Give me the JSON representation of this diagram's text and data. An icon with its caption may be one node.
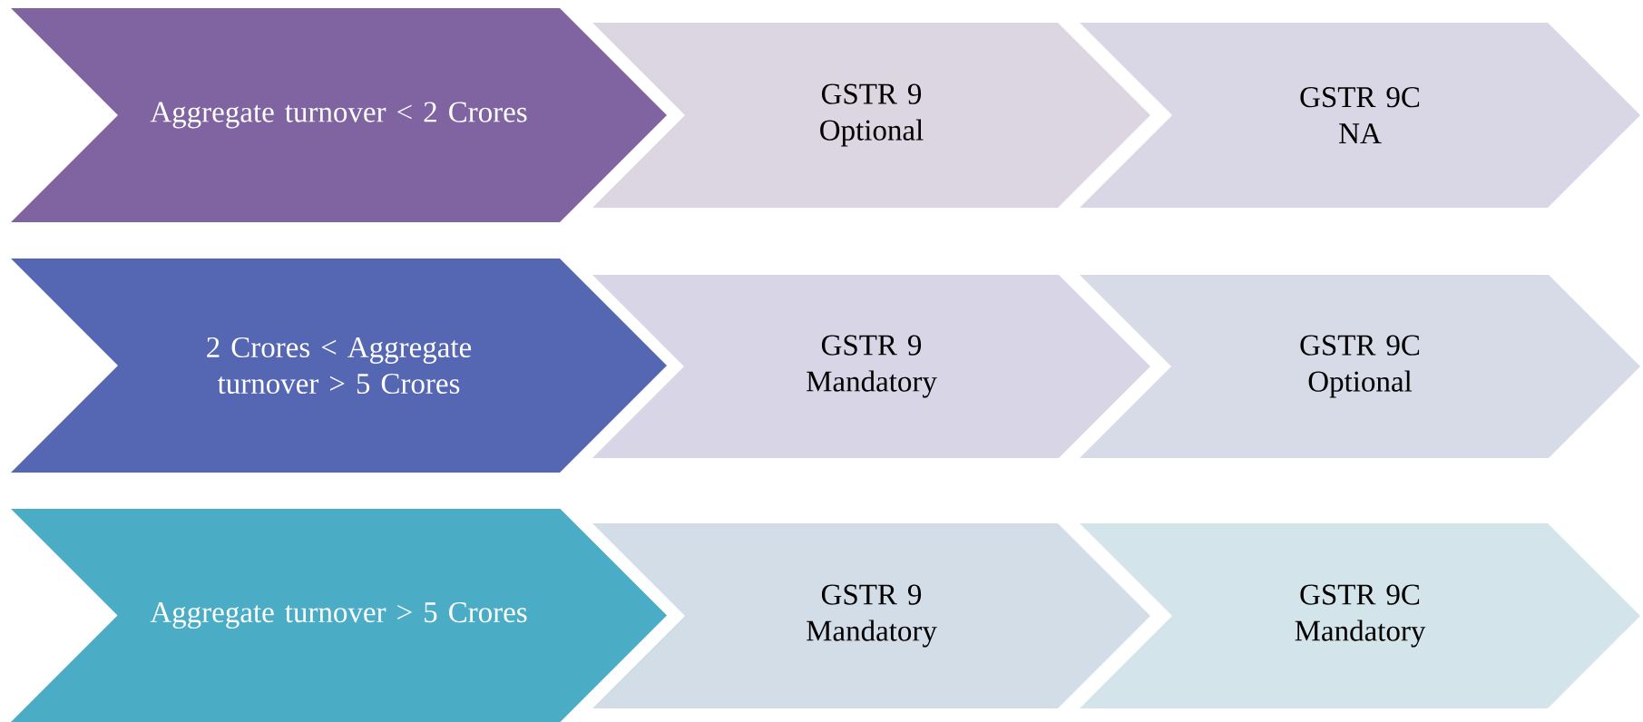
{
  "diagram": {
    "nodes": [
      {
        "text": [
          "Aggregate turnover < 2 Crores"
        ]
      },
      {
        "text": [
          "GSTR 9",
          "Optional"
        ]
      },
      {
        "text": [
          "GSTR 9C",
          "NA"
        ]
      },
      {
        "text": [
          "2 Crores < Aggregate turnover > 5 Crores"
        ]
      },
      {
        "text": [
          "GSTR 9",
          "Mandatory"
        ]
      },
      {
        "text": [
          "GSTR 9C",
          "Optional"
        ]
      },
      {
        "text": [
          "Aggregate turnover > 5 Crores"
        ]
      },
      {
        "text": [
          "GSTR 9",
          "Mandatory"
        ]
      },
      {
        "text": [
          "GSTR 9C",
          "Mandatory"
        ]
      }
    ]
  }
}
